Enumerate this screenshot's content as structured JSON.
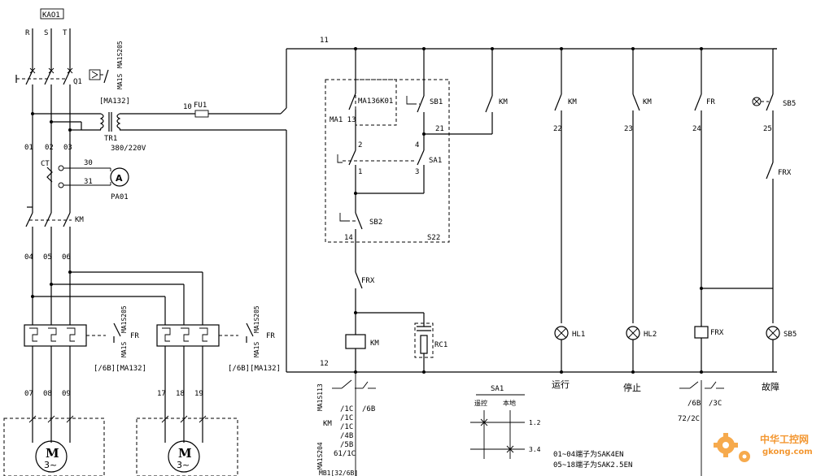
{
  "labels": {
    "kao1": "KAO1",
    "phase_r": "R",
    "phase_s": "S",
    "phase_t": "T",
    "q1": "Q1",
    "ma132_box": "[MA132]",
    "ma1s205_a": "MA1S205",
    "ma1s_a": "MA1S",
    "fu1": "FU1",
    "n10": "10",
    "n11": "11",
    "n12": "12",
    "tr1": "TR1",
    "tr1_v": "380/220V",
    "n01": "01",
    "n02": "02",
    "n03": "03",
    "ct": "CT",
    "n30": "30",
    "n31": "31",
    "ammeter": "A",
    "pa01": "PA01",
    "km": "KM",
    "n04": "04",
    "n05": "05",
    "n06": "06",
    "fr": "FR",
    "ma1s205_b": "MA1S205",
    "ma1s_b": "MA1S",
    "fr_ref_a": "[/6B][MA132]",
    "ma1s205_c": "MA1S205",
    "ma1s_c": "MA1S",
    "fr_ref_b": "[/6B][MA132]",
    "n07": "07",
    "n08": "08",
    "n09": "09",
    "n17": "17",
    "n18": "18",
    "n19": "19",
    "motor": "M",
    "motor_ph": "3~",
    "ma136k01": "MA136K01",
    "ma_13": "MA1 13",
    "sb1": "SB1",
    "n21": "21",
    "n2": "2",
    "n4": "4",
    "n1": "1",
    "n3": "3",
    "sa1": "SA1",
    "sb2": "SB2",
    "n14": "14",
    "s22": "S22",
    "frx": "FRX",
    "rc1": "RC1",
    "n22": "22",
    "n23": "23",
    "n24": "24",
    "n25": "25",
    "sb5": "SB5",
    "hl1": "HL1",
    "hl2": "HL2",
    "run": "运行",
    "stop": "停止",
    "fault": "故障",
    "ref_km": "KM",
    "ref_ma1s113": "MA1S113",
    "ref_ma1s204": "MA1S204",
    "ref_1c_a": "/1C",
    "ref_1c_b": "/1C",
    "ref_1c_c": "/1C",
    "ref_4b": "/4B",
    "ref_5b": "/5B",
    "ref_61_1c": "61/1C",
    "ref_6b": "/6B",
    "ref_bottom": "MB1[32/6B]",
    "sa1_table": "SA1",
    "remote": "遥控",
    "local": "本地",
    "pos_12": "1.2",
    "pos_34": "3.4",
    "fr_6b": "/6B",
    "fr_3c": "/3C",
    "fr_72_2c": "72/2C",
    "note1": "01~04端子为SAK4EN",
    "note2": "05~18端子为SAK2.5EN",
    "logo_cn": "中华工控网",
    "logo_url": "gkong.com"
  },
  "colors": {
    "line": "#000000",
    "logo": "#f28c1b",
    "logo_gear": "#f6a13a"
  }
}
